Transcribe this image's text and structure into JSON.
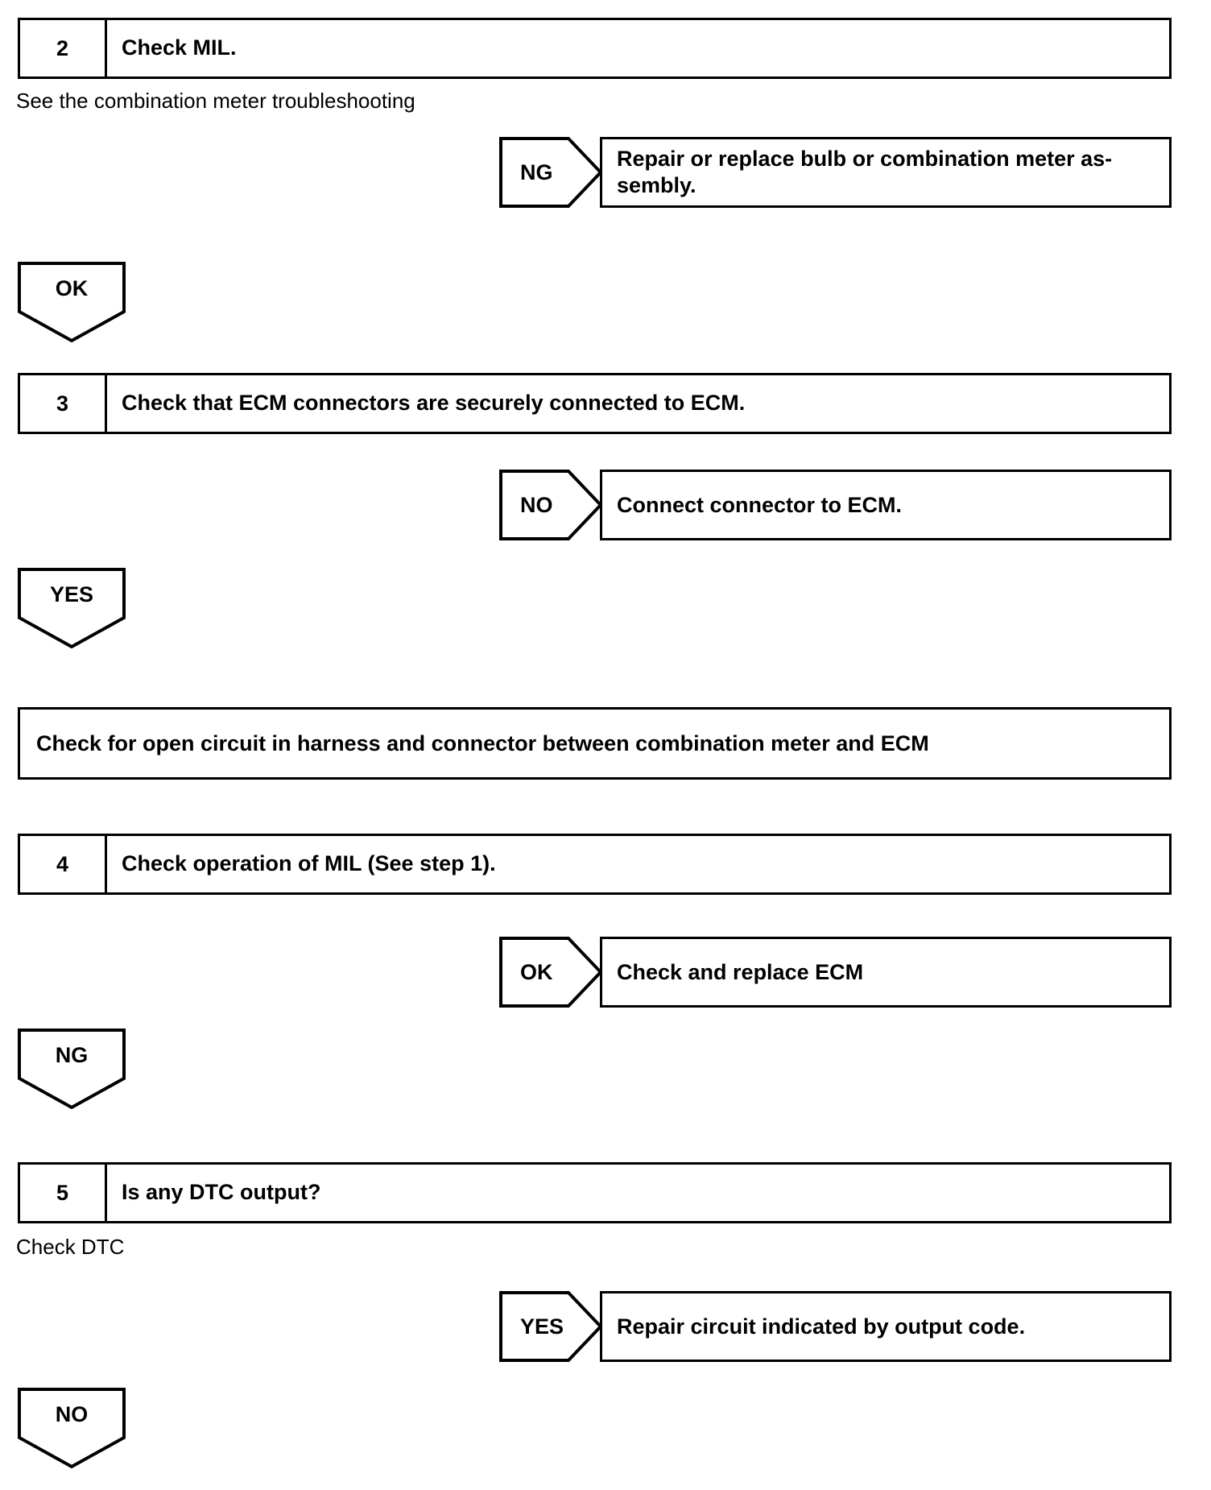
{
  "document": {
    "type": "automotive-troubleshooting-flowchart",
    "ink_color": "#000000",
    "background_color": "#ffffff"
  },
  "steps": [
    {
      "number": "2",
      "text": "Check MIL.",
      "caption": "See the combination meter troubleshooting",
      "branch": {
        "label": "NG",
        "result": "Repair or replace bulb or combination meter as-sembly."
      },
      "continue": "OK"
    },
    {
      "number": "3",
      "text": "Check that ECM connectors are securely connected to ECM.",
      "branch": {
        "label": "NO",
        "result": "Connect connector to ECM."
      },
      "continue": "YES"
    },
    {
      "number": "4",
      "text": "Check operation of MIL (See step 1).",
      "branch": {
        "label": "OK",
        "result": "Check and replace ECM"
      },
      "continue": "NG"
    },
    {
      "number": "5",
      "text": "Is any DTC output?",
      "caption": "Check DTC",
      "branch": {
        "label": "YES",
        "result": "Repair circuit indicated by output code."
      },
      "continue": "NO"
    }
  ],
  "action_box": {
    "text": "Check for open circuit in harness and connector between combination meter and ECM"
  },
  "branch_result_lines": {
    "ng_meter_line1": "Repair or replace bulb or combination meter as-",
    "ng_meter_line2": "sembly."
  }
}
